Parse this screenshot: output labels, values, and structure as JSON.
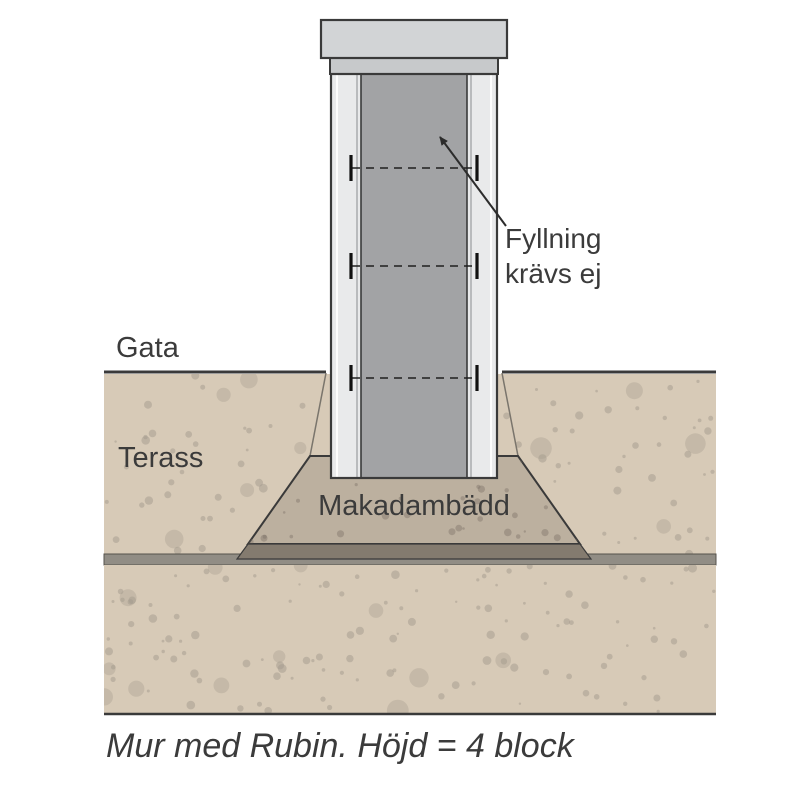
{
  "diagram": {
    "title_caption": "Mur med Rubin. Höjd = 4 block",
    "labels": {
      "gata": "Gata",
      "terass": "Terass",
      "makadambadd": "Makadambädd",
      "fyllning_line1": "Fyllning",
      "fyllning_line2": "krävs ej"
    },
    "blocks": 4,
    "joint_ys": [
      168,
      266,
      378
    ],
    "colors": {
      "background": "#ffffff",
      "soil": "#d7cab7",
      "soil_speckle": "#a39a8d",
      "layer_band": "#918d85",
      "makadam": "#bcb09f",
      "makadam_speckle": "#776f63",
      "makadam_under_strip": "#847b6f",
      "wall_core": "#a2a3a5",
      "wall_flange": "#e9eaeb",
      "wall_cap": "#d2d4d6",
      "wall_cap_lip": "#c7c9cb",
      "outline": "#3a3a3a",
      "text": "#3b3b3b"
    }
  }
}
